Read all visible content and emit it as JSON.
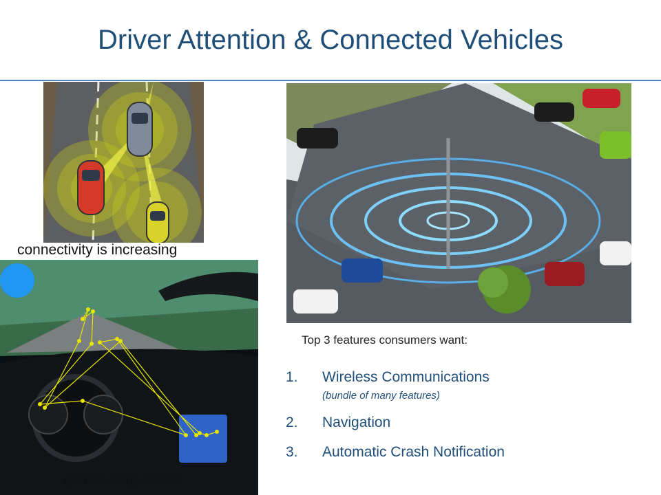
{
  "slide": {
    "title": "Driver Attention & Connected Vehicles",
    "caption_connectivity": "connectivity is increasing",
    "caption_glance": "glance sequences",
    "features_heading": "Top 3 features consumers want:",
    "features": [
      {
        "number": "1.",
        "label": "Wireless Communications",
        "note": "(bundle of many features)"
      },
      {
        "number": "2.",
        "label": "Navigation",
        "note": ""
      },
      {
        "number": "3.",
        "label": "Automatic Crash Notification",
        "note": ""
      }
    ]
  },
  "colors": {
    "title": "#1f4e79",
    "rule": "#4f81bd",
    "glance_path": "#e6e600"
  }
}
